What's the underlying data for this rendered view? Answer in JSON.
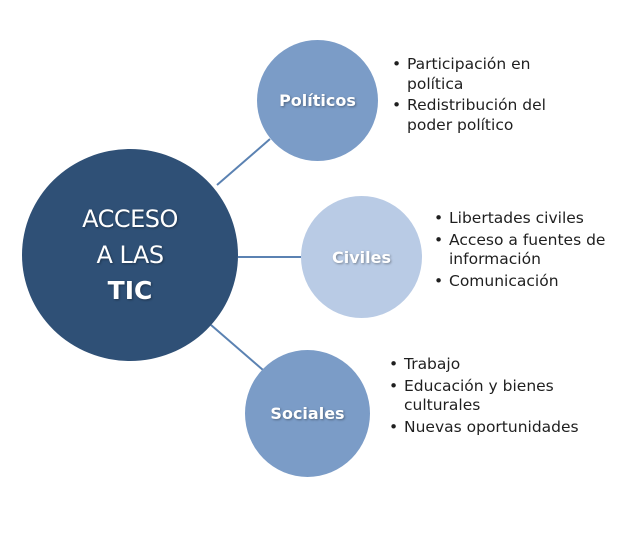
{
  "center": {
    "line1": "ACCESO",
    "line2": "A LAS",
    "line3": "TIC",
    "color": "#2f5076"
  },
  "nodes": [
    {
      "label": "Políticos",
      "color": "#7b9cc7",
      "items": [
        "Participación en política",
        "Redistribución del poder político"
      ]
    },
    {
      "label": "Civiles",
      "color": "#b9cbe5",
      "items": [
        "Libertades civiles",
        "Acceso a fuentes de información",
        "Comunicación"
      ]
    },
    {
      "label": "Sociales",
      "color": "#7b9cc7",
      "items": [
        "Trabajo",
        "Educación y bienes culturales",
        "Nuevas oportunidades"
      ]
    }
  ],
  "connector_color": "#5b82b2"
}
